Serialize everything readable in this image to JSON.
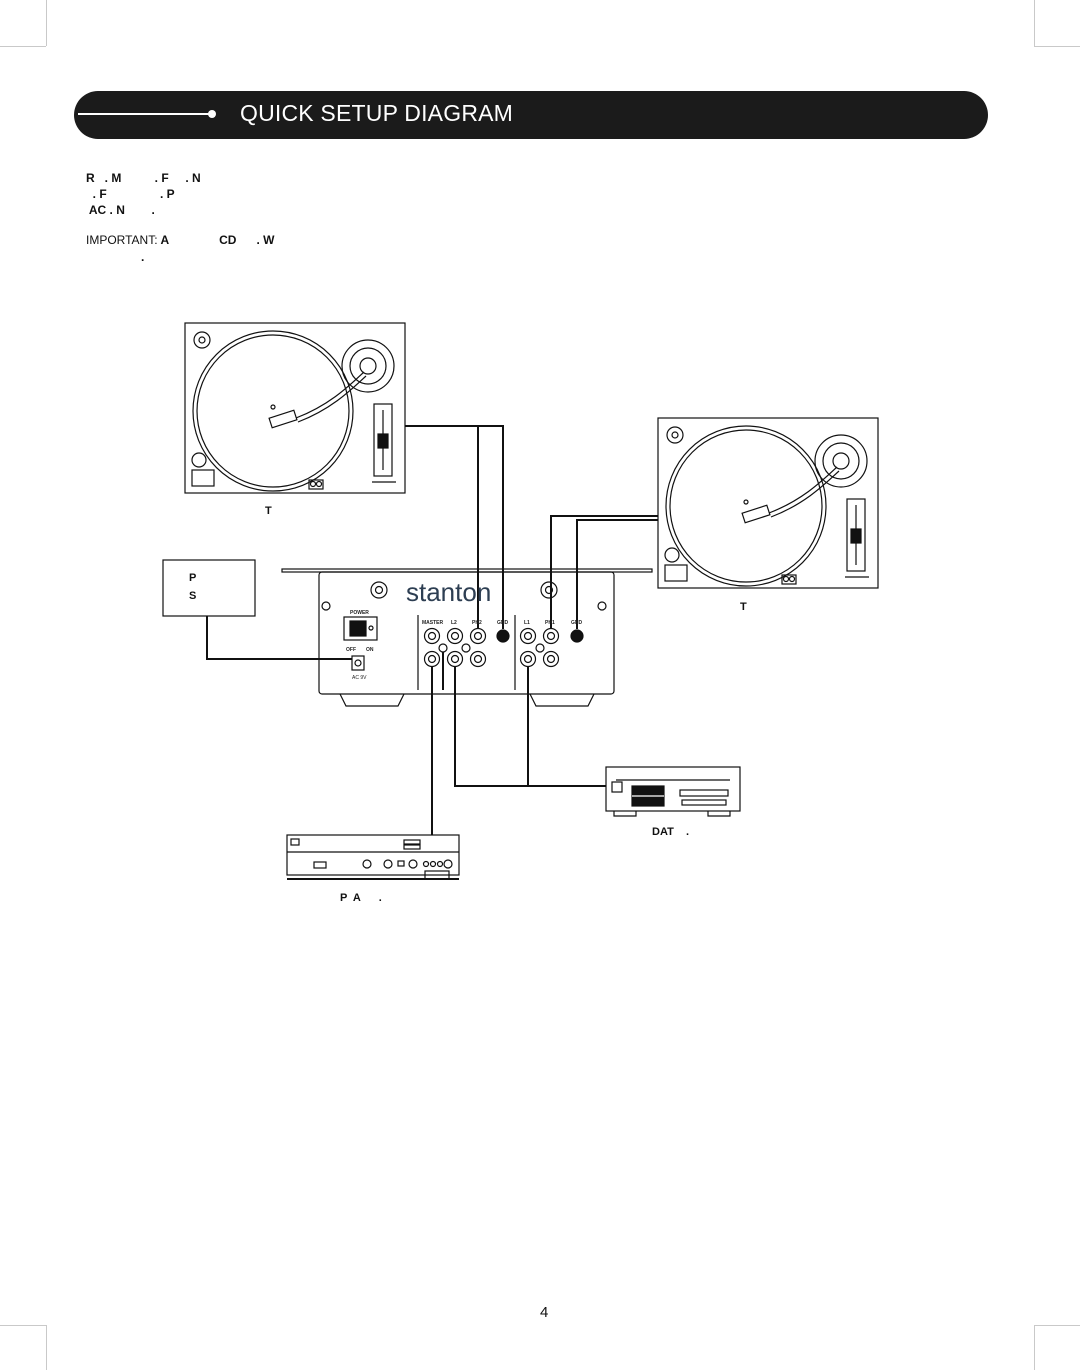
{
  "banner": {
    "title": "QUICK SETUP DIAGRAM"
  },
  "intro": {
    "line1": "R   . M          . F     . N",
    "line2": "  . F                . P",
    "line3": " AC . N        ."
  },
  "important": {
    "label": "IMPORTANT:",
    "text_a": " A",
    "text_cd": "CD",
    "text_w": ". W",
    "line2": "."
  },
  "labels": {
    "turntable_left": "T",
    "turntable_right": "T",
    "power_supply_line1": "P",
    "power_supply_line2": "S",
    "dat": "DAT    .",
    "amp": "P  A      ."
  },
  "mixer": {
    "brand": "stanton",
    "power_label": "POWER",
    "off_label": "OFF",
    "on_label": "ON",
    "ac_label": "AC 9V",
    "jacks": [
      "MASTER",
      "L2",
      "PH2",
      "GND",
      "L1",
      "PH1",
      "GND"
    ]
  },
  "page": {
    "number": "4"
  },
  "colors": {
    "banner": "#1b1b1b",
    "line": "#111111"
  }
}
